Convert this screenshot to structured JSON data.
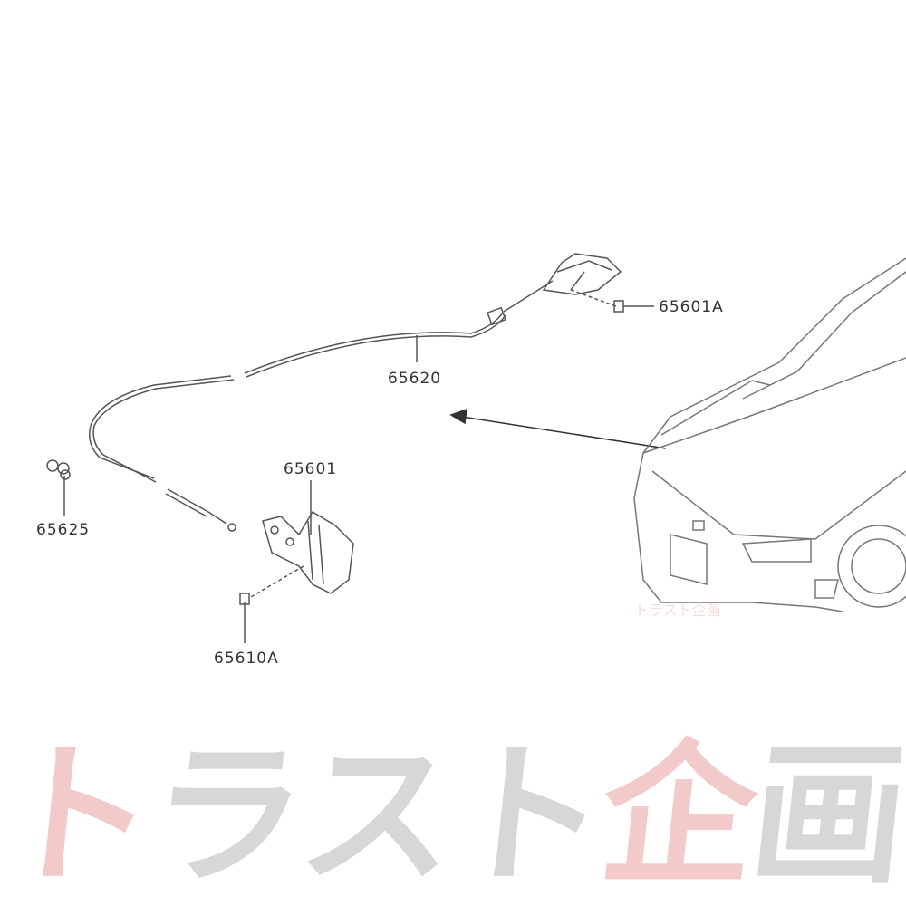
{
  "labels": {
    "bolt_top": "65601A",
    "cable": "65620",
    "latch": "65601",
    "clip": "65625",
    "bolt_bottom": "65610A"
  },
  "watermark": {
    "chars": [
      "ト",
      "ラ",
      "ス",
      "ト",
      "企",
      "画"
    ],
    "colors": [
      "#e8a0a0",
      "#b8b8b8",
      "#b8b8b8",
      "#b8b8b8",
      "#e8a0a0",
      "#b8b8b8"
    ]
  },
  "small_watermark": "トラスト企画"
}
